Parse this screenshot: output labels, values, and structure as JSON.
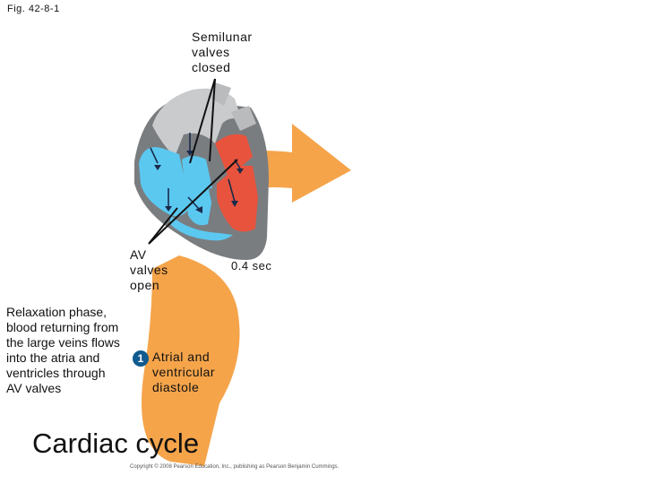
{
  "figure_label": "Fig. 42-8-1",
  "labels": {
    "semilunar": [
      "Semilunar",
      "valves",
      "closed"
    ],
    "av": [
      "AV",
      "valves",
      "open"
    ],
    "duration": "0.4 sec"
  },
  "phase_description": [
    "Relaxation phase,",
    "blood returning from",
    "the large veins flows",
    "into the atria and",
    "ventricles through",
    "AV valves"
  ],
  "step": {
    "number": "1",
    "lines": [
      "Atrial and",
      "ventricular",
      "diastole"
    ]
  },
  "title": "Cardiac cycle",
  "copyright": "Copyright © 2008 Pearson Education, Inc., publishing as Pearson Benjamin Cummings.",
  "colors": {
    "cycle_arrow": "#f5a44a",
    "deoxygenated": "#5bc8f0",
    "oxygenated": "#e8533d",
    "heart_wall": "#7a7d80",
    "vessels": "#c9cbcd",
    "step_badge": "#0f5a8f"
  }
}
